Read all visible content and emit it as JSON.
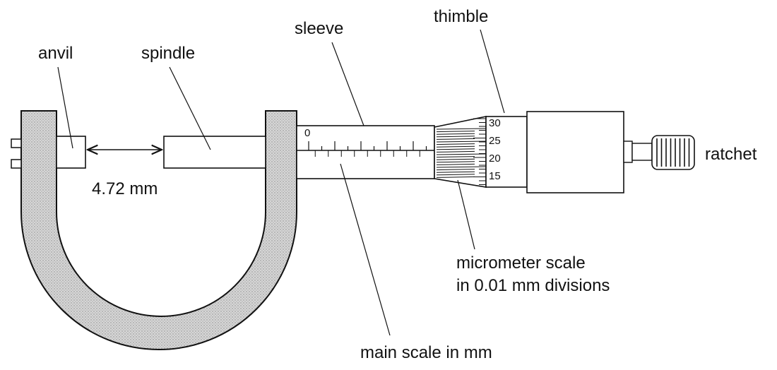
{
  "labels": {
    "anvil": "anvil",
    "spindle": "spindle",
    "sleeve": "sleeve",
    "thimble": "thimble",
    "ratchet": "ratchet",
    "gap": "4.72 mm",
    "micrometer_line1": "micrometer scale",
    "micrometer_line2": "in 0.01 mm divisions",
    "main_scale": "main scale in mm"
  },
  "sleeve_scale": {
    "zero": "0"
  },
  "thimble_scale": [
    "30",
    "25",
    "20",
    "15"
  ],
  "colors": {
    "frame_fill": "#c9c9c9",
    "line": "#111111"
  }
}
